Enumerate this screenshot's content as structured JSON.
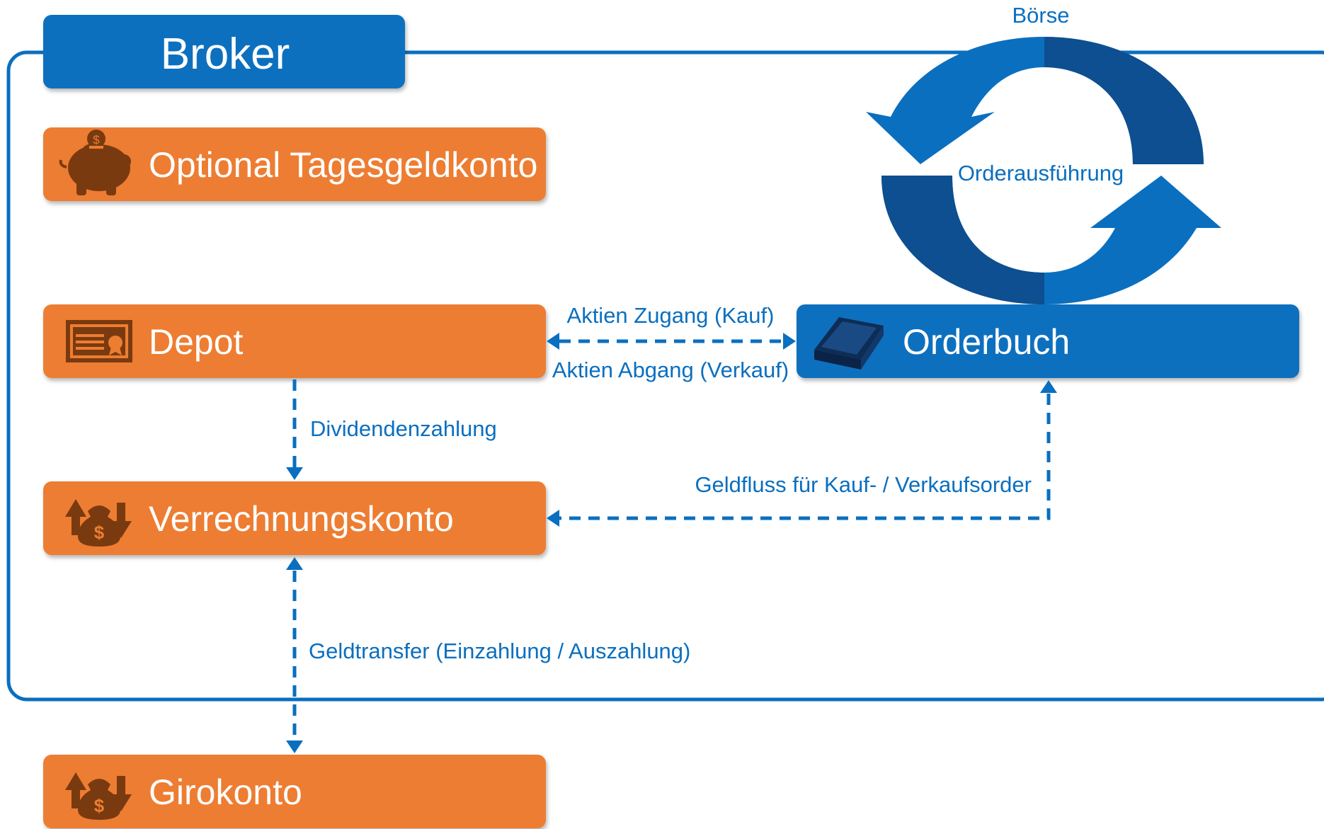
{
  "colors": {
    "orange": "#ed7d31",
    "blue": "#0a6fbf",
    "dark_blue": "#0d4f90",
    "icon_brown": "#7a3a10",
    "white": "#ffffff"
  },
  "header": {
    "title": "Broker"
  },
  "boxes": {
    "tagesgeld": {
      "label": "Optional Tagesgeldkonto",
      "icon": "piggy-bank-icon"
    },
    "depot": {
      "label": "Depot",
      "icon": "certificate-icon"
    },
    "verrechnung": {
      "label": "Verrechnungskonto",
      "icon": "money-bag-transfer-icon"
    },
    "giro": {
      "label": "Girokonto",
      "icon": "money-bag-transfer-icon"
    },
    "orderbuch": {
      "label": "Orderbuch",
      "icon": "book-icon"
    }
  },
  "boerse": {
    "title": "Börse",
    "cycle_label": "Orderausführung",
    "icon": "cycle-arrows-icon"
  },
  "edges": {
    "aktien_zugang": "Aktien Zugang (Kauf)",
    "aktien_abgang": "Aktien Abgang (Verkauf)",
    "dividende": "Dividendenzahlung",
    "geldfluss": "Geldfluss für Kauf- / Verkaufsorder",
    "geldtransfer": "Geldtransfer (Einzahlung / Auszahlung)"
  }
}
